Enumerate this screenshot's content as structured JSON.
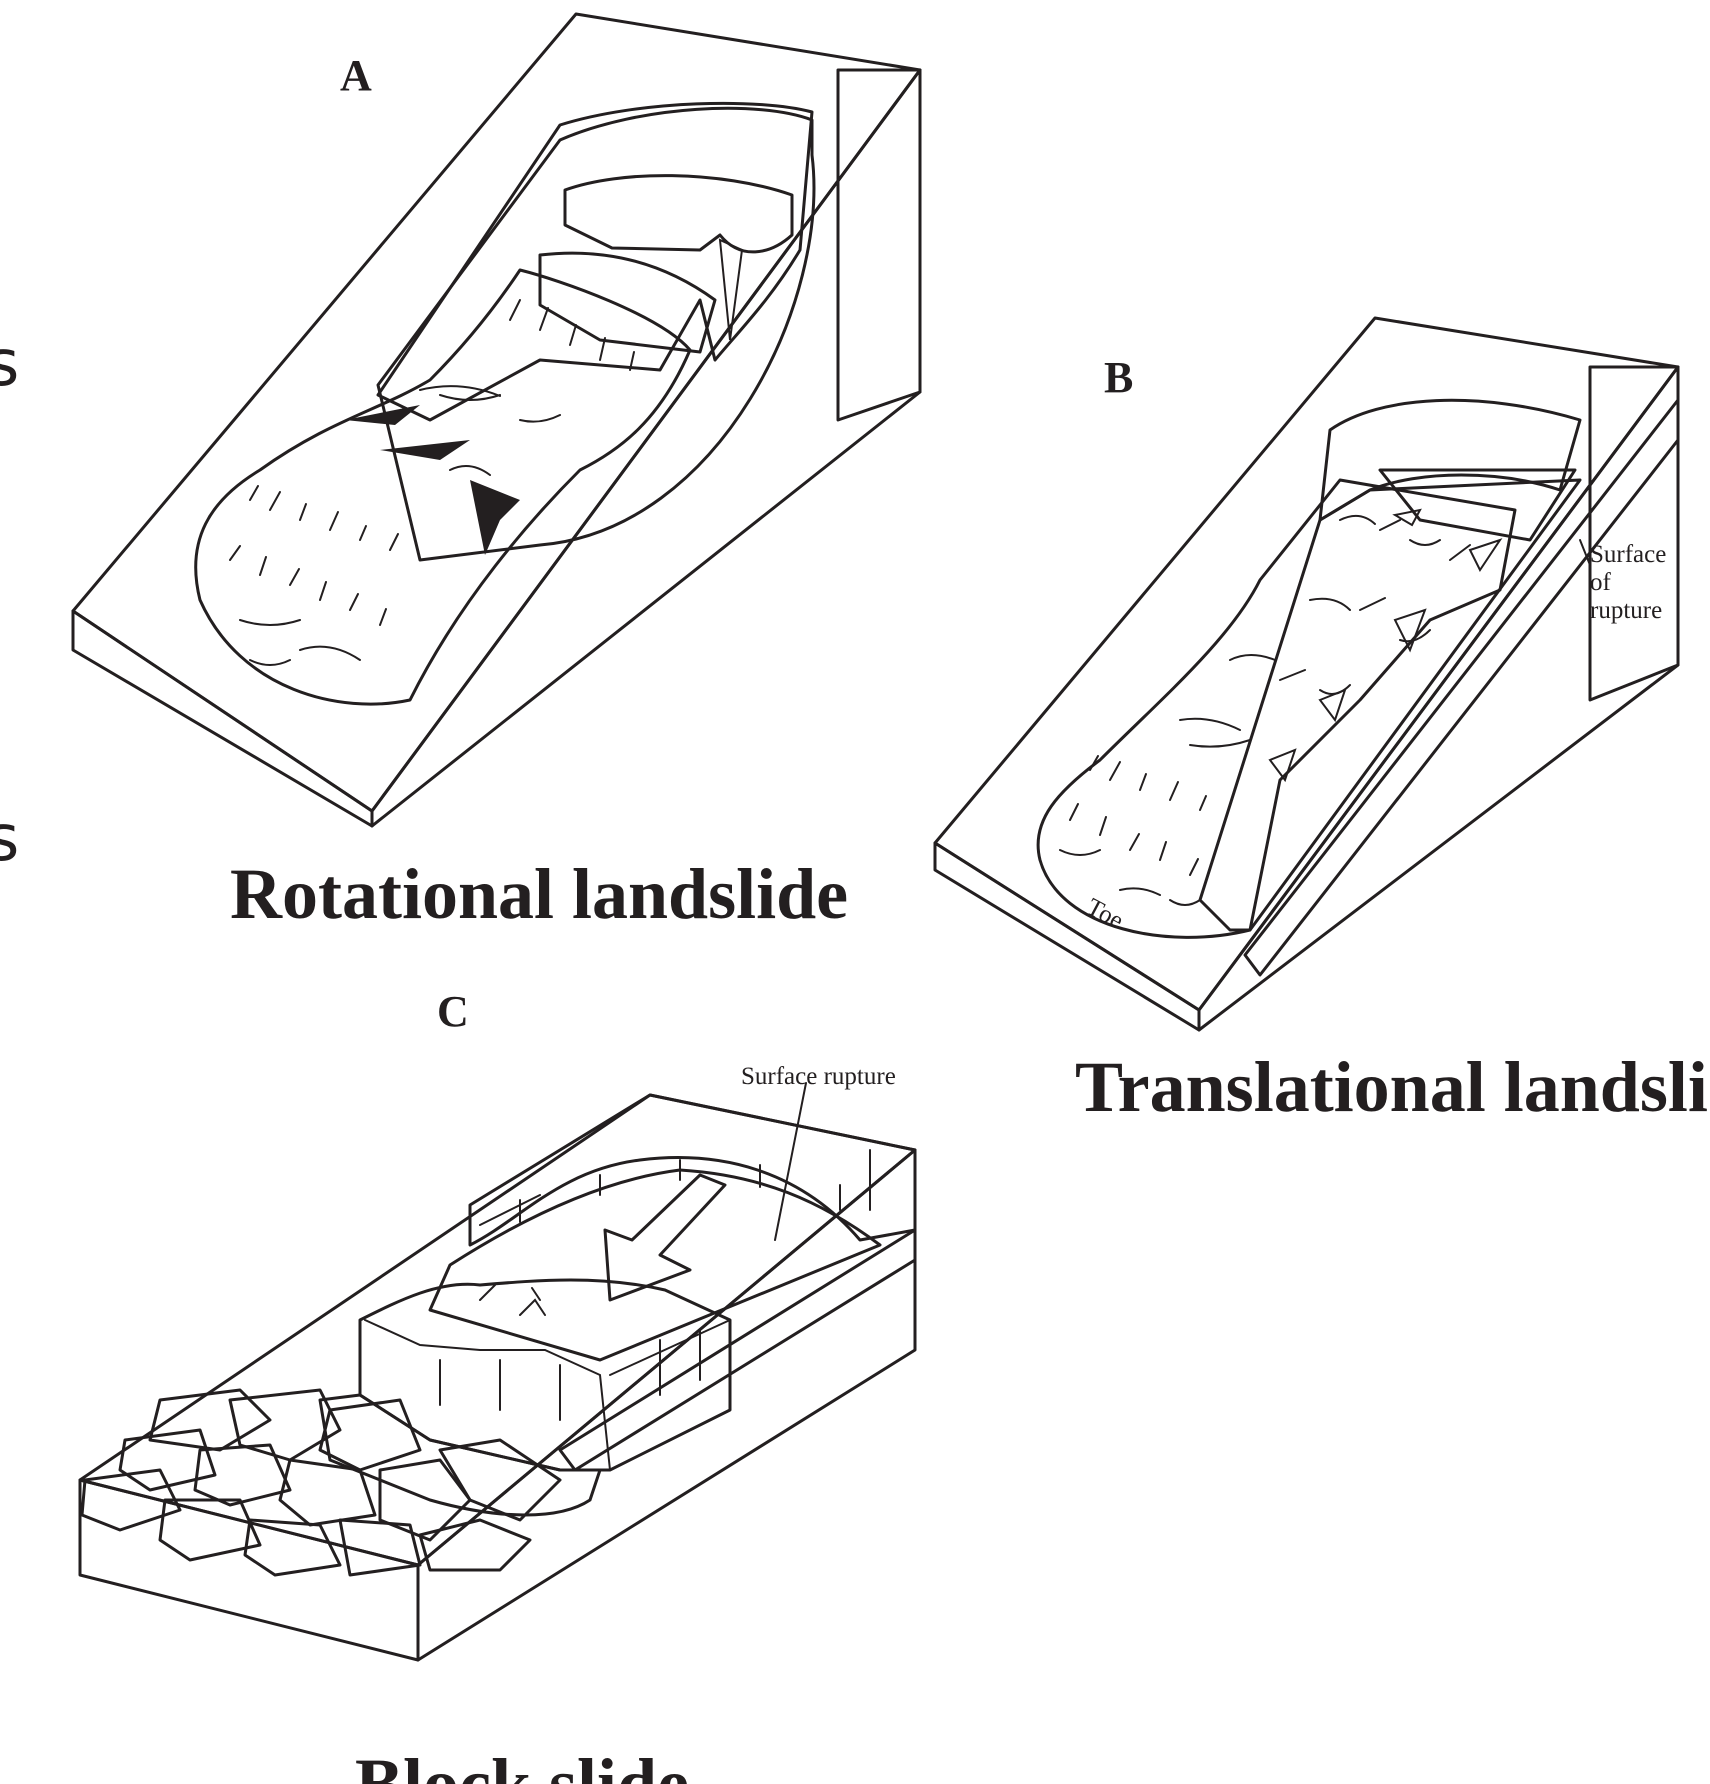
{
  "left_edge_glyphs": [
    "s",
    "s"
  ],
  "panels": [
    {
      "id": "A",
      "letter": "A",
      "caption": "Rotational landslide"
    },
    {
      "id": "B",
      "letter": "B",
      "caption": "Translational landslid",
      "annotations": [
        "Surface",
        "of",
        "rupture",
        "Toe"
      ]
    },
    {
      "id": "C",
      "letter": "C",
      "caption": "Block slide",
      "annotations": [
        "Surface rupture"
      ]
    }
  ],
  "colors": {
    "slope_top": "#b8ccdc",
    "slope_side": "#7b9fb8",
    "scarp_brown": "#a8785a",
    "block_tan": "#c8956a",
    "debris_cream": "#f3e2c9",
    "rubble_gray": "#9ea2a6",
    "outline": "#231f20"
  }
}
